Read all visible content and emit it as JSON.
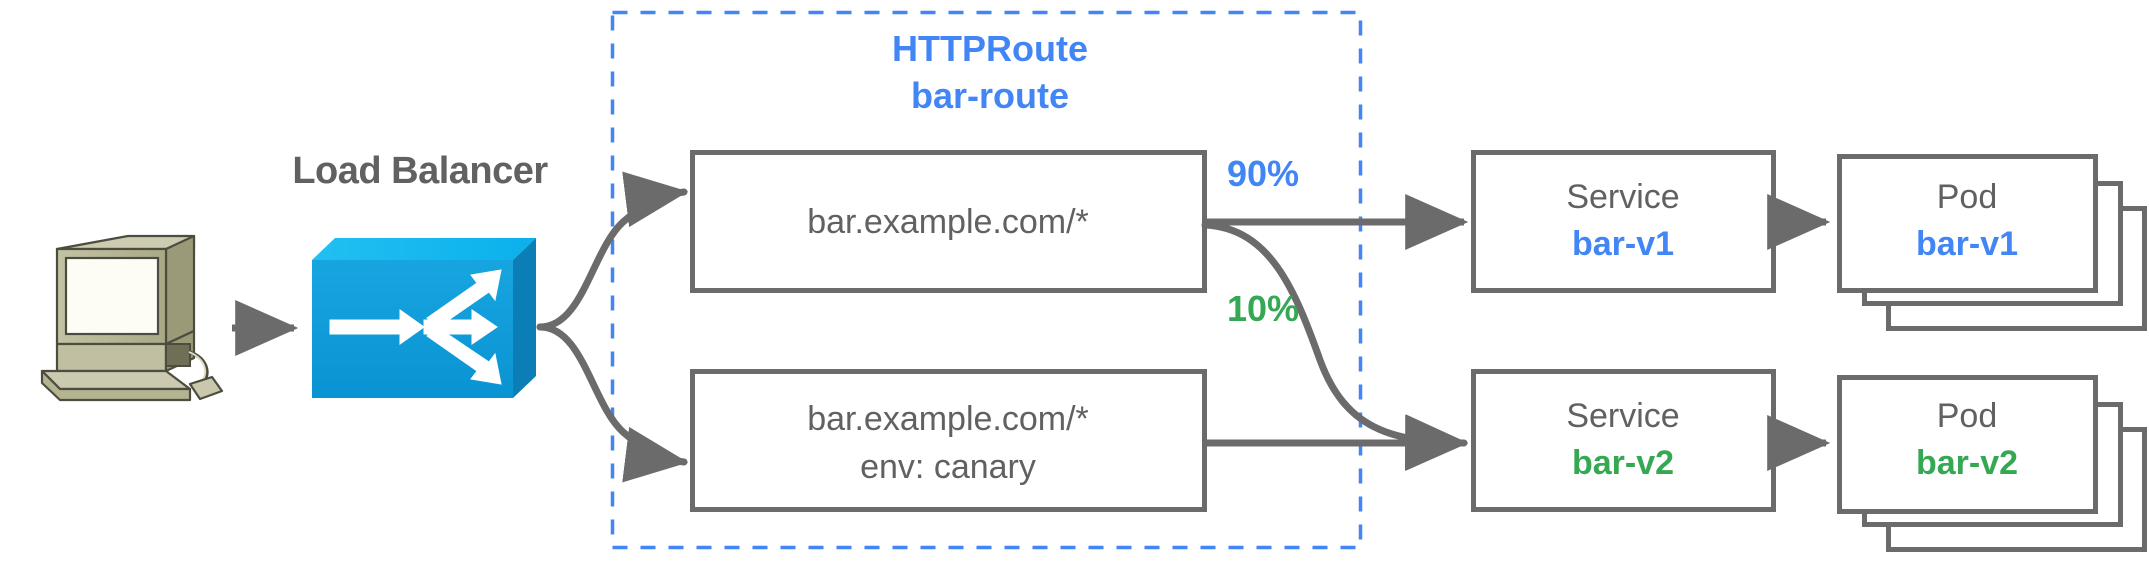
{
  "diagram": {
    "title": "Gateway API HTTPRoute canary traffic split",
    "colors": {
      "blue": "#4285f4",
      "green": "#34a853",
      "gray": "#616161",
      "lb_blue": "#0c9ad6",
      "computer_beige": "#b6b593",
      "background": "#ffffff"
    }
  },
  "client": {
    "icon": "workstation-icon",
    "label": ""
  },
  "load_balancer": {
    "label": "Load Balancer",
    "icon": "load-balancer-icon"
  },
  "httproute": {
    "kind_label": "HTTPRoute",
    "name_label": "bar-route",
    "boundary": "dashed-blue-box"
  },
  "rules": [
    {
      "id": "rule-primary",
      "lines": [
        "bar.example.com/*"
      ]
    },
    {
      "id": "rule-canary",
      "lines": [
        "bar.example.com/*",
        "env: canary"
      ]
    }
  ],
  "weights": [
    {
      "id": "weight-90",
      "label": "90%",
      "color": "#4285f4"
    },
    {
      "id": "weight-10",
      "label": "10%",
      "color": "#34a853"
    }
  ],
  "backends": [
    {
      "id": "backend-v1",
      "service": {
        "kind": "Service",
        "name": "bar-v1",
        "color": "#4285f4"
      },
      "pod": {
        "kind": "Pod",
        "name": "bar-v1",
        "color": "#4285f4",
        "replicas": 3
      }
    },
    {
      "id": "backend-v2",
      "service": {
        "kind": "Service",
        "name": "bar-v2",
        "color": "#34a853"
      },
      "pod": {
        "kind": "Pod",
        "name": "bar-v2",
        "color": "#34a853",
        "replicas": 3
      }
    }
  ]
}
